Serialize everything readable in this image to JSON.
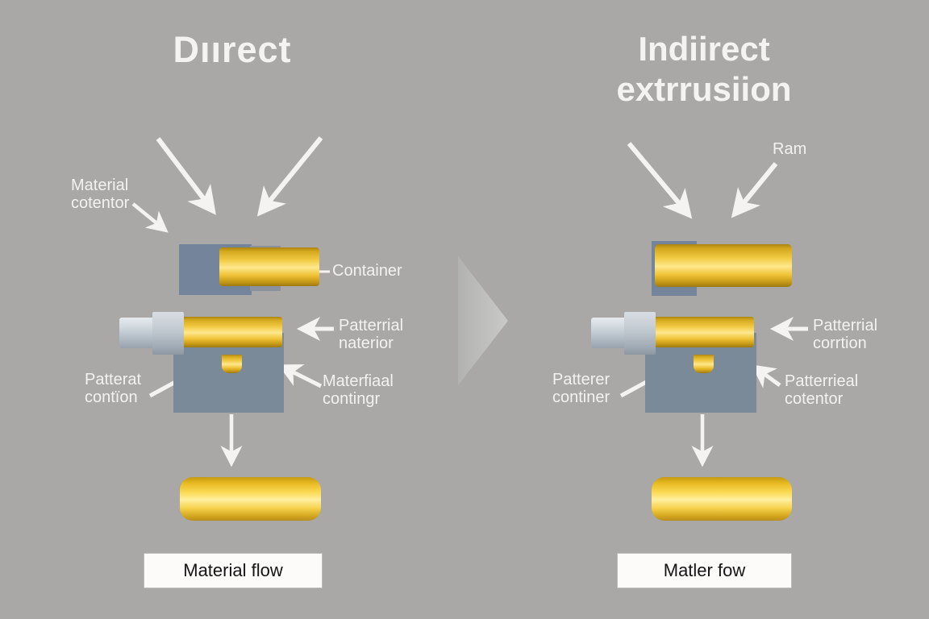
{
  "colors": {
    "background": "#a9a8a6",
    "gold": "#f1ca42",
    "gold_dark": "#ab8410",
    "steel_gray": "#7b8a99",
    "silver": "#c6cdd4",
    "arrow_white": "#f4f3f1",
    "flow_box_bg": "#fcfbf9",
    "flow_text": "#151515"
  },
  "left_panel": {
    "title": "Dıırect",
    "labels": {
      "material_container_line1": "Material",
      "material_container_line2": "cotentor",
      "container": "Container",
      "material_line1": "Patterrial",
      "material_line2": "naterior",
      "die_left_line1": "Patterat",
      "die_left_line2": "contïon",
      "die_right_line1": "Materfiaal",
      "die_right_line2": "contingr",
      "flow": "Material flow"
    }
  },
  "right_panel": {
    "title_line1": "Indiirect",
    "title_line2": "extrrusiion",
    "labels": {
      "ram": "Ram",
      "material_line1": "Patterrial",
      "material_line2": "corrtion",
      "die_left_line1": "Patterer",
      "die_left_line2": "continer",
      "die_right_line1": "Patterrieal",
      "die_right_line2": "cotentor",
      "flow": "Matler fow"
    }
  }
}
